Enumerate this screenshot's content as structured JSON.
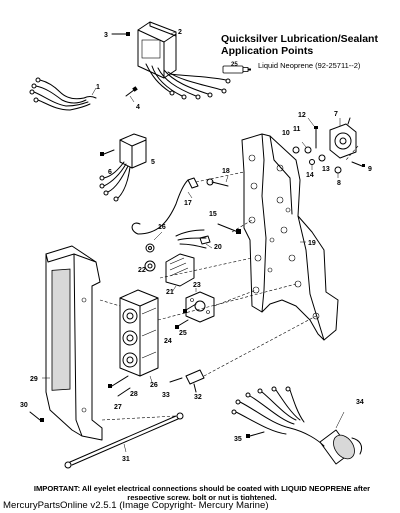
{
  "header": {
    "title_line1": "Quicksilver Lubrication/Sealant",
    "title_line2": "Application Points"
  },
  "legend": {
    "tube_number": "25",
    "text": "Liquid Neoprene (92-25711--2)"
  },
  "callouts": {
    "c1": "1",
    "c2": "2",
    "c3": "3",
    "c4": "4",
    "c5": "5",
    "c6": "6",
    "c7": "7",
    "c8": "8",
    "c9": "9",
    "c10": "10",
    "c11": "11",
    "c12": "12",
    "c13": "13",
    "c14": "14",
    "c15": "15",
    "c16": "16",
    "c17": "17",
    "c18": "18",
    "c19": "19",
    "c20": "20",
    "c21": "21",
    "c22": "22",
    "c23": "23",
    "c24": "24",
    "c25": "25",
    "c26": "26",
    "c27": "27",
    "c28": "28",
    "c29": "29",
    "c30": "30",
    "c31": "31",
    "c32": "32",
    "c33": "33",
    "c34": "34",
    "c35": "35"
  },
  "note": {
    "line1": "IMPORTANT: All eyelet electrical connections should be coated with LIQUID NEOPRENE after",
    "line2": "respective screw, bolt or nut is tightened."
  },
  "footer": {
    "text": "MercuryPartsOnline v2.5.1 (Image Copyright- Mercury Marine)"
  }
}
